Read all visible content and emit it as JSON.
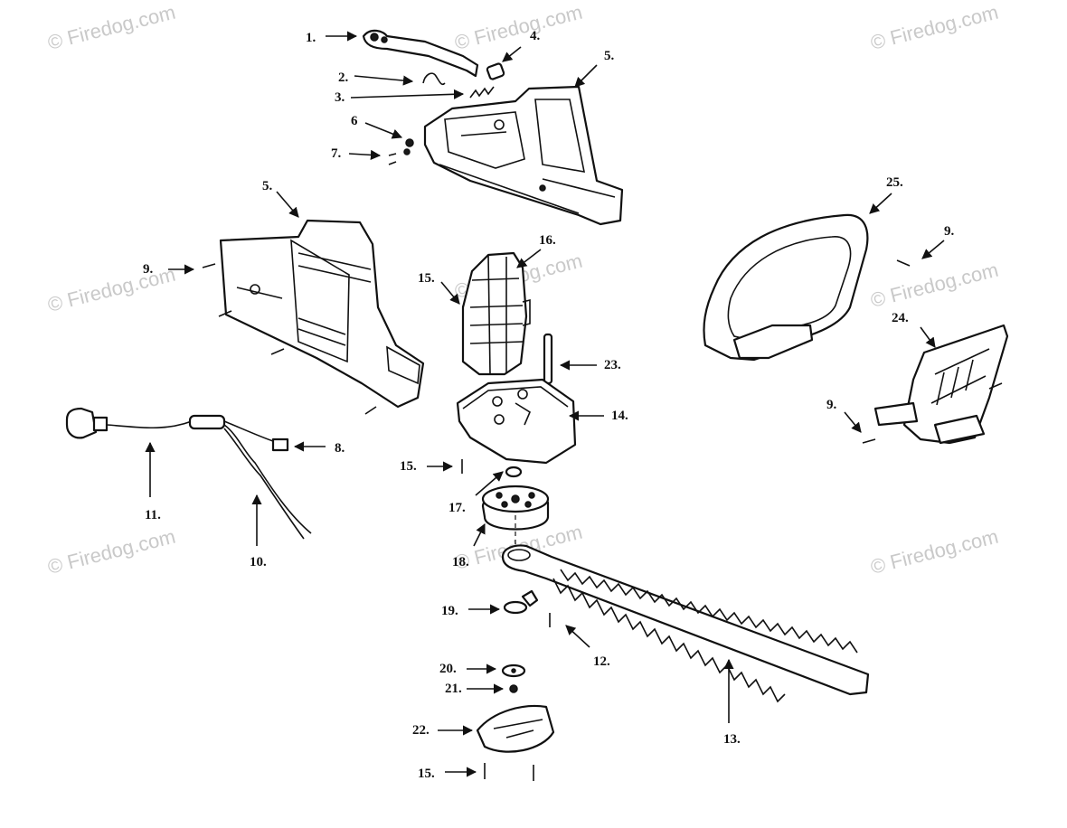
{
  "watermarks": [
    "© Firedog.com",
    "© Firedog.com",
    "© Firedog.com",
    "© Firedog.com",
    "© Firedog.com",
    "© Firedog.com",
    "© Firedog.com",
    "© Firedog.com",
    "© Firedog.com"
  ],
  "callouts": [
    "1.",
    "2.",
    "3.",
    "4.",
    "5.",
    "5.",
    "6",
    "7.",
    "8.",
    "9.",
    "9.",
    "9.",
    "10.",
    "11.",
    "12.",
    "13.",
    "14.",
    "15.",
    "15.",
    "15.",
    "16.",
    "17.",
    "18.",
    "19.",
    "20.",
    "21.",
    "22.",
    "23.",
    "24.",
    "25."
  ]
}
